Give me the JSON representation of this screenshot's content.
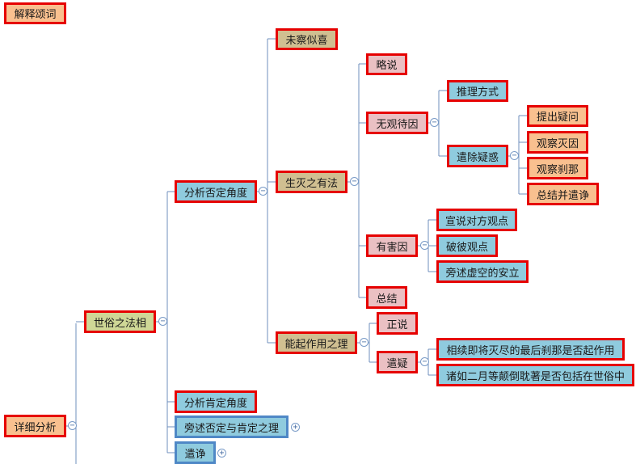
{
  "colors": {
    "orange": "#f9c08f",
    "green": "#cfd796",
    "blue": "#8fcbde",
    "tan": "#d0bf91",
    "pink": "#eac0c3",
    "red_border": "#e60000",
    "selected_border": "#4f88c6",
    "line": "#6f8fbe"
  },
  "toggles": {
    "collapse": "−",
    "expand": "+"
  },
  "nodes": {
    "jieshi": "解释颂词",
    "xiangxi": "详细分析",
    "shisu": "世俗之法相",
    "fenxi_fouding": "分析否定角度",
    "fenxi_kending": "分析肯定角度",
    "pangshu_fouding_kending": "旁述否定与肯定之理",
    "qianjing_main": "遣诤",
    "weicha": "未察似喜",
    "shengmie": "生灭之有法",
    "nengqi": "能起作用之理",
    "lueshuo": "略说",
    "wuguan": "无观待因",
    "tuili": "推理方式",
    "qianchu": "遣除疑惑",
    "tichu": "提出疑问",
    "guancha_mieyin": "观察灭因",
    "guancha_chana": "观察刹那",
    "zongjie_qianjing": "总结并遣诤",
    "youhai": "有害因",
    "xuanshuo": "宣说对方观点",
    "pobi": "破彼观点",
    "pangshu_xukong": "旁述虚空的安立",
    "zongjie": "总结",
    "zhengshuo": "正说",
    "qianyi": "遣疑",
    "xiangxu": "相续即将灭尽的最后刹那是否起作用",
    "zhuru": "诸如二月等颠倒耽著是否包括在世俗中"
  }
}
